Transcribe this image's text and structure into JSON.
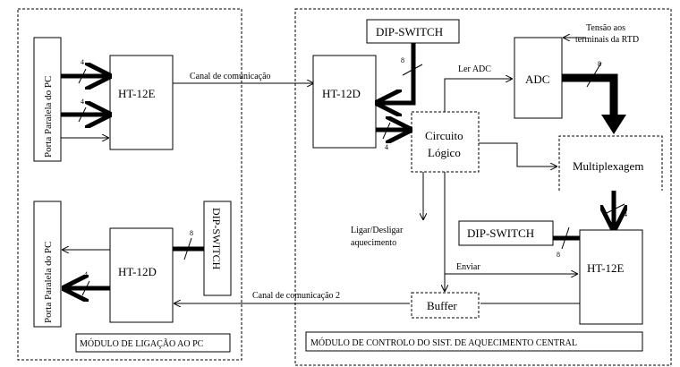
{
  "left_module": {
    "label": "MÓDULO DE LIGAÇÃO AO PC",
    "port_top": "Porta Paralela do PC",
    "port_bottom": "Porta Paralela do PC",
    "encoder": "HT-12E",
    "decoder": "HT-12D",
    "dip_switch": "DIP-SWITCH"
  },
  "right_module": {
    "label": "MÓDULO DE CONTROLO DO SIST. DE AQUECIMENTO CENTRAL",
    "dip_switch_top": "DIP-SWITCH",
    "decoder": "HT-12D",
    "adc": "ADC",
    "logic_line1": "Circuito",
    "logic_line2": "Lógico",
    "multiplexer": "Multiplexagem",
    "dip_switch_bottom": "DIP-SWITCH",
    "encoder": "HT-12E",
    "buffer": "Buffer"
  },
  "labels": {
    "channel_1": "Canal de comunicação",
    "channel_2": "Canal de comunicação 2",
    "read_adc": "Ler ADC",
    "rtd_line1": "Tensão aos",
    "rtd_line2": "terminais da RTD",
    "heating_line1": "Ligar/Desligar",
    "heating_line2": "aquecimento",
    "send": "Enviar"
  }
}
